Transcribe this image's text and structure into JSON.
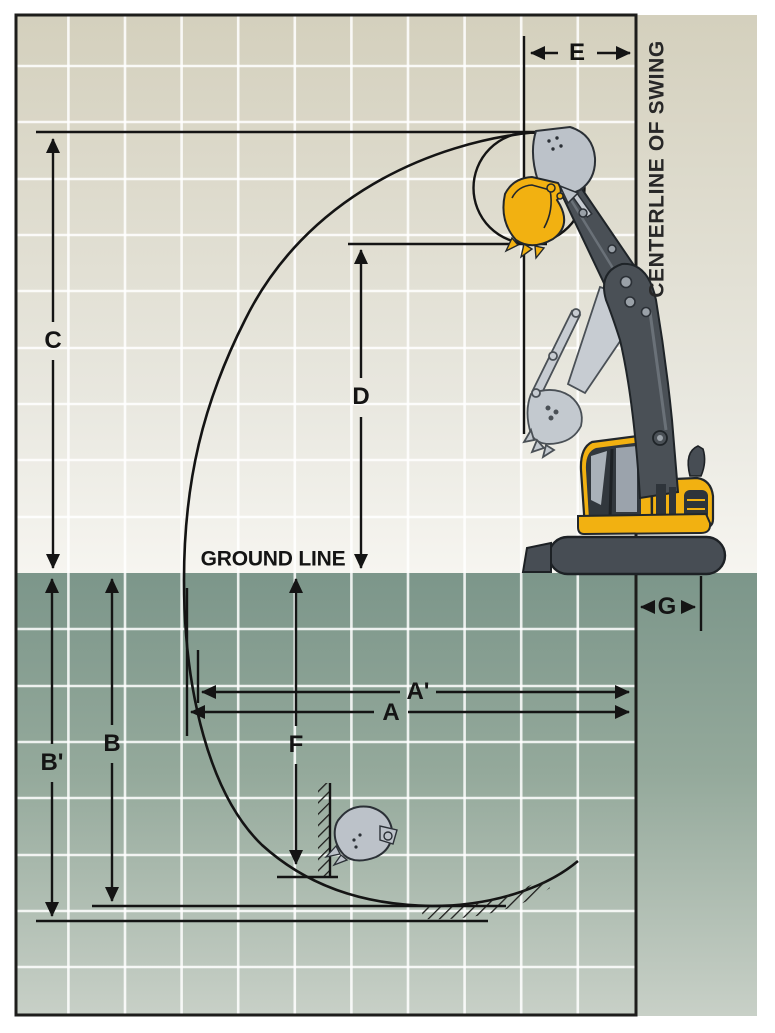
{
  "labels": {
    "centerline": "CENTERLINE OF SWING",
    "ground_line": "GROUND LINE",
    "dim_a": "A",
    "dim_a_prime": "A'",
    "dim_b": "B",
    "dim_b_prime": "B'",
    "dim_c": "C",
    "dim_d": "D",
    "dim_e": "E",
    "dim_f": "F",
    "dim_g": "G"
  },
  "colors": {
    "sky_top": "#d4d0bd",
    "sky_bottom": "#f6f5f0",
    "ground_top": "#7c968a",
    "ground_bottom": "#c8d0c7",
    "grid_line": "#ffffff",
    "outline_black": "#1d1d1b",
    "machine_yellow": "#f2b111",
    "machine_dark": "#4a5056",
    "machine_light": "#c6cbd1",
    "bucket_gray": "#bcc2c9"
  }
}
